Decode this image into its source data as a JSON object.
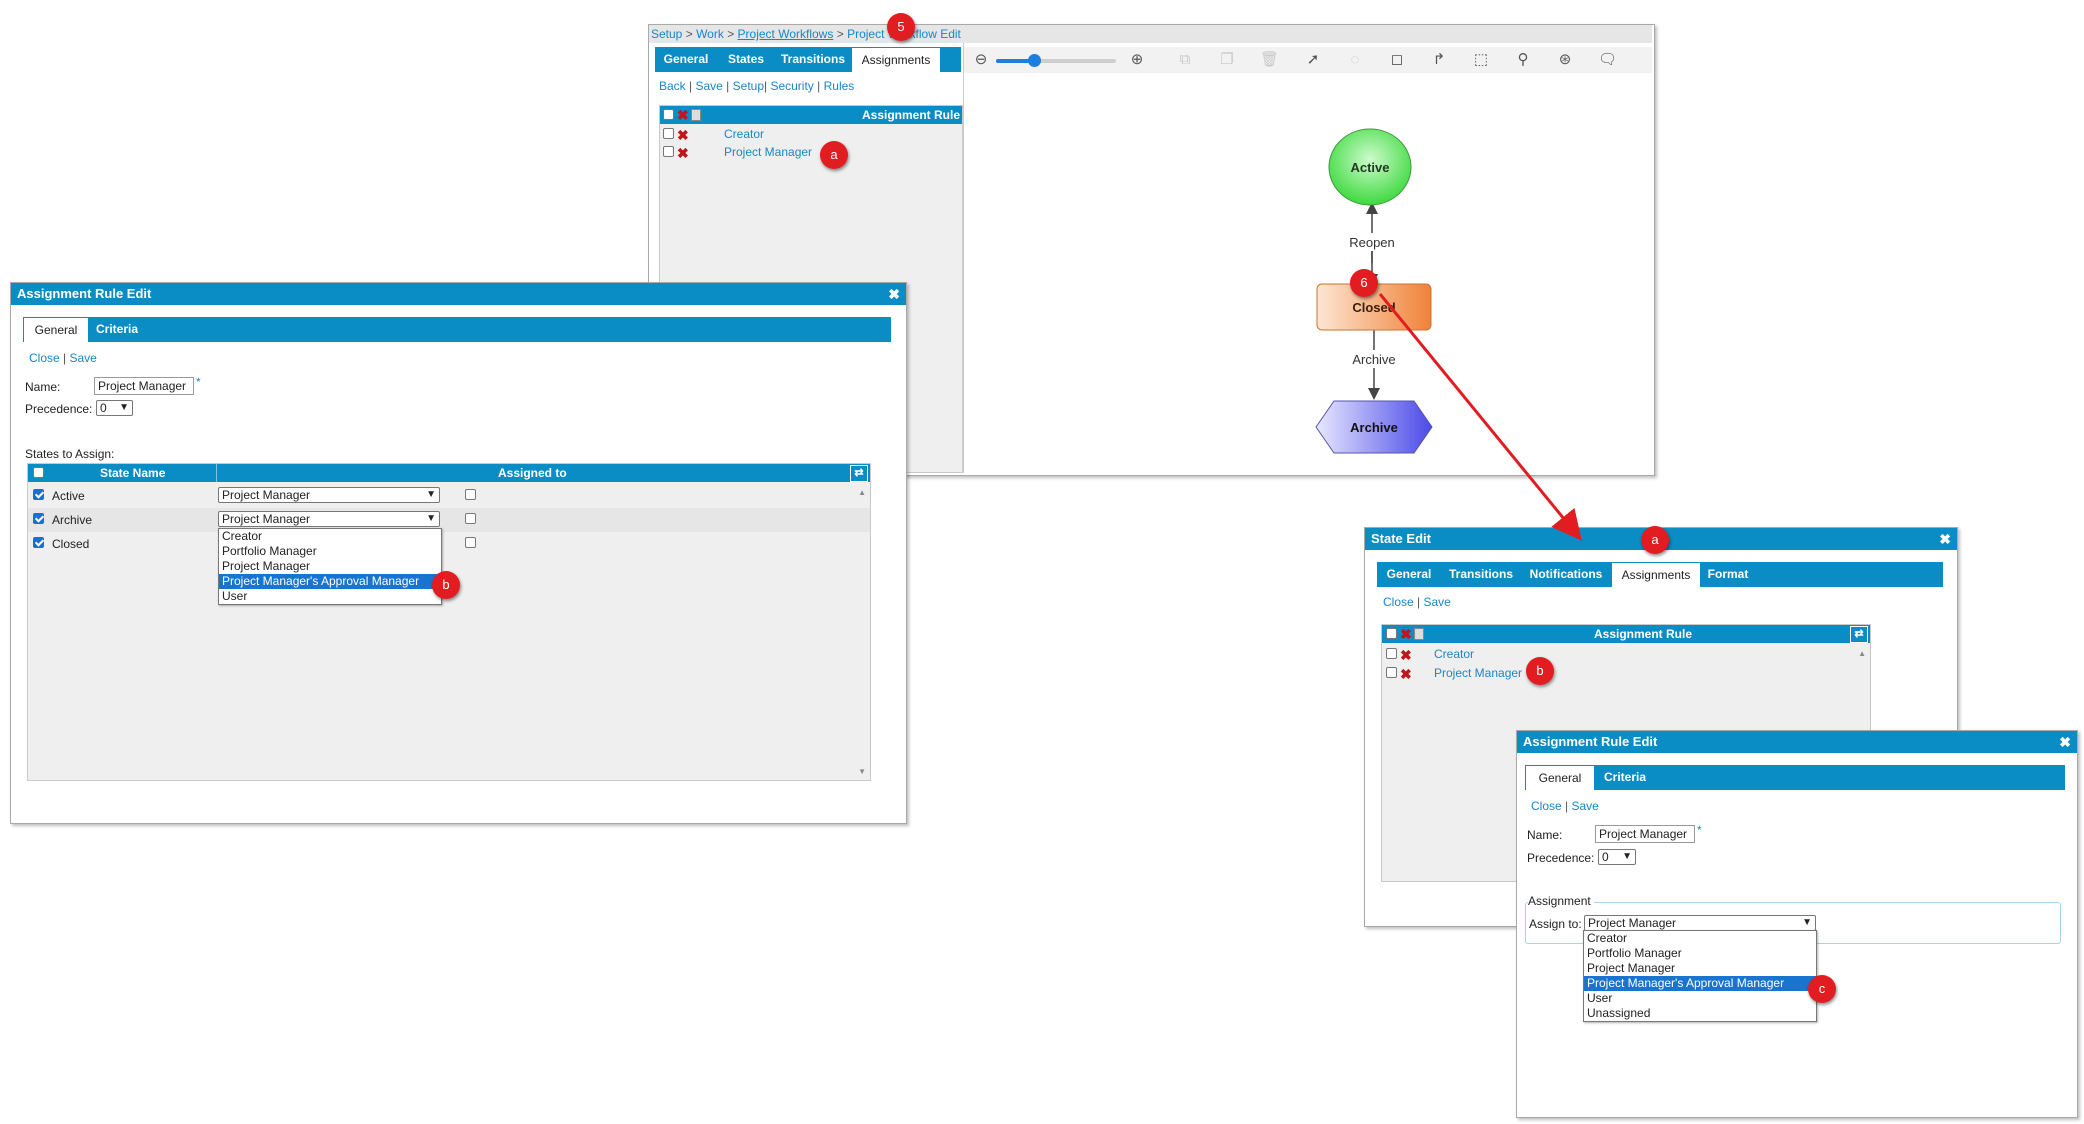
{
  "workflow_editor": {
    "breadcrumb": [
      "Setup",
      "Work",
      "Project Workflows",
      "Project Workflow Edit"
    ],
    "breadcrumb_sep": ">",
    "tabs": [
      "General",
      "States",
      "Transitions",
      "Assignments"
    ],
    "active_tab": "Assignments",
    "actions": [
      "Back",
      "Save",
      "Setup",
      "Security",
      "Rules"
    ],
    "grid_header": "Assignment Rule",
    "rules": [
      "Creator",
      "Project Manager"
    ],
    "nodes": {
      "active": "Active",
      "closed": "Closed",
      "archive": "Archive"
    },
    "edge_labels": {
      "reopen": "Reopen",
      "archive": "Archive"
    },
    "node_colors": {
      "active": "#6ee86e",
      "closed": "#f7a86a",
      "archive": "#7b7cf5"
    }
  },
  "assignment_rule_edit_left": {
    "title": "Assignment Rule Edit",
    "tabs": [
      "General",
      "Criteria"
    ],
    "actions": [
      "Close",
      "Save"
    ],
    "name_label": "Name:",
    "name_value": "Project Manager",
    "required_mark": "*",
    "precedence_label": "Precedence:",
    "precedence_value": "0",
    "states_label": "States to Assign:",
    "columns": [
      "State Name",
      "Assigned to"
    ],
    "rows": [
      {
        "state": "Active",
        "assigned": "Project Manager"
      },
      {
        "state": "Archive",
        "assigned": "Project Manager"
      },
      {
        "state": "Closed",
        "assigned": ""
      }
    ],
    "dropdown_options": [
      "Creator",
      "Portfolio Manager",
      "Project Manager",
      "Project Manager's Approval Manager",
      "User"
    ],
    "dropdown_selected": "Project Manager's Approval Manager"
  },
  "state_edit": {
    "title": "State Edit",
    "tabs": [
      "General",
      "Transitions",
      "Notifications",
      "Assignments",
      "Format"
    ],
    "active_tab": "Assignments",
    "actions": [
      "Close",
      "Save"
    ],
    "grid_header": "Assignment Rule",
    "rules": [
      "Creator",
      "Project Manager"
    ]
  },
  "assignment_rule_edit_right": {
    "title": "Assignment Rule Edit",
    "tabs": [
      "General",
      "Criteria"
    ],
    "actions": [
      "Close",
      "Save"
    ],
    "name_label": "Name:",
    "name_value": "Project Manager",
    "required_mark": "*",
    "precedence_label": "Precedence:",
    "precedence_value": "0",
    "fieldset_label": "Assignment",
    "assign_to_label": "Assign to:",
    "assign_to_value": "Project Manager",
    "dropdown_options": [
      "Creator",
      "Portfolio Manager",
      "Project Manager",
      "Project Manager's Approval Manager",
      "User",
      "Unassigned"
    ],
    "dropdown_selected": "Project Manager's Approval Manager"
  },
  "callouts": {
    "step5": "5",
    "step6": "6",
    "a": "a",
    "b": "b",
    "c": "c"
  },
  "colors": {
    "accent": "#0a8cc4",
    "callout": "#e21d22",
    "arrow": "#e21d22"
  }
}
